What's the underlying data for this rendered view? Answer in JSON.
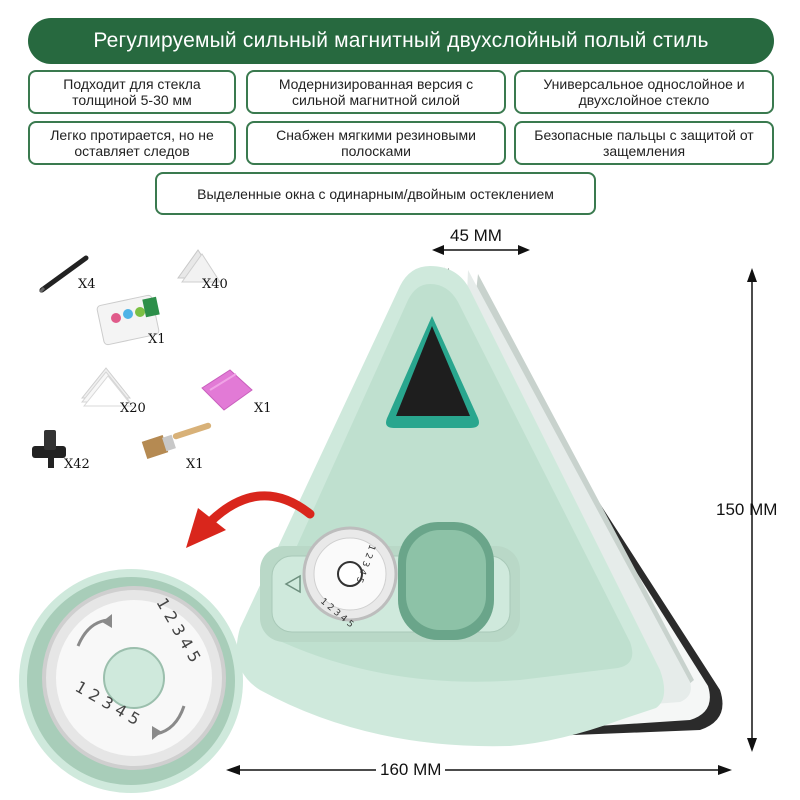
{
  "banner": {
    "title": "Регулируемый сильный магнитный двухслойный полый стиль"
  },
  "features": [
    "Подходит для стекла толщиной 5-30 мм",
    "Модернизированная версия с сильной магнитной силой",
    "Универсальное однослойное и двухслойное стекло",
    "Легко протирается, но не оставляет следов",
    "Снабжен мягкими резиновыми полосками",
    "Безопасные пальцы с защитой от защемления",
    "Выделенные окна с одинарным/двойным остеклением"
  ],
  "dimensions": {
    "width": "45 MM",
    "height": "150 MM",
    "length": "160 MM"
  },
  "accessories": [
    {
      "name": "rubber-strip",
      "qty": "X4"
    },
    {
      "name": "triangle-pad",
      "qty": "X40"
    },
    {
      "name": "sticker-pack",
      "qty": "X1"
    },
    {
      "name": "felt-pad-stack",
      "qty": "X20"
    },
    {
      "name": "cleaning-cloth",
      "qty": "X1"
    },
    {
      "name": "rope-clip",
      "qty": "X42"
    },
    {
      "name": "brush",
      "qty": "X1"
    }
  ],
  "dial": {
    "numbers_small": "1 2 3 4 5",
    "numbers_large": "1 2 3 4 5"
  },
  "colors": {
    "banner": "#27693f",
    "body": "#cfe9dc",
    "border": "#3a7a4f",
    "arrow": "#d9261c"
  }
}
